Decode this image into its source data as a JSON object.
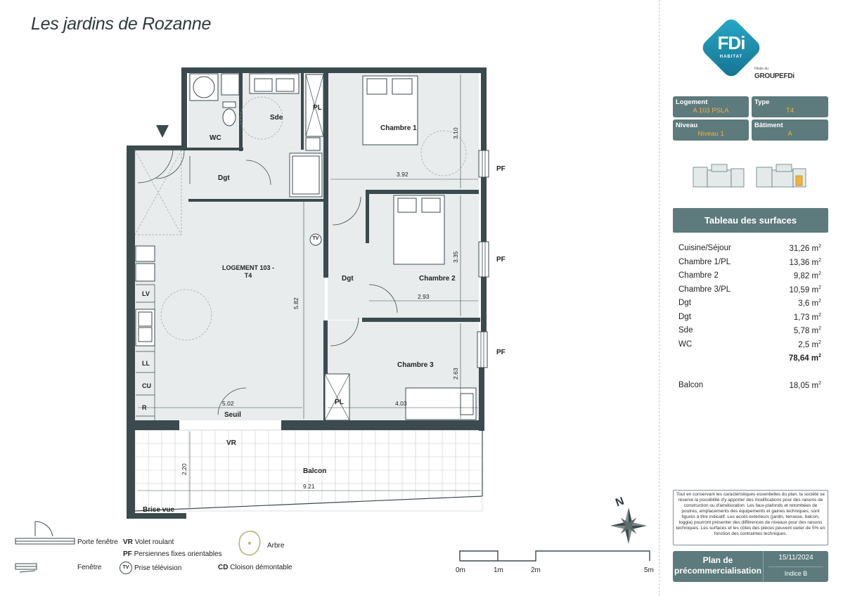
{
  "title": "Les jardins de Rozanne",
  "logo": {
    "text": "FDi",
    "sub": "HABITAT",
    "affiliation_small": "Filiale du",
    "group": "GROUPEFDi"
  },
  "info": {
    "logement_label": "Logement",
    "logement_value": "A 103 PSLA",
    "type_label": "Type",
    "type_value": "T4",
    "niveau_label": "Niveau",
    "niveau_value": "Niveau 1",
    "batiment_label": "Bâtiment",
    "batiment_value": "A"
  },
  "surfaces": {
    "heading": "Tableau des surfaces",
    "unit": "m",
    "unit_exp": "2",
    "rows": [
      {
        "name": "Cuisine/Séjour",
        "value": "31,26"
      },
      {
        "name": "Chambre 1/PL",
        "value": "13,36"
      },
      {
        "name": "Chambre 2",
        "value": "9,82"
      },
      {
        "name": "Chambre 3/PL",
        "value": "10,59"
      },
      {
        "name": "Dgt",
        "value": "3,6"
      },
      {
        "name": "Dgt",
        "value": "1,73"
      },
      {
        "name": "Sde",
        "value": "5,78"
      },
      {
        "name": "WC",
        "value": "2,5"
      }
    ],
    "total": "78,64",
    "balcon_name": "Balcon",
    "balcon_value": "18,05"
  },
  "disclaimer": "Tout en conservant les caractéristiques essentielles du plan, la société se réserve la possibilité d'y apporter des modifications pour des raisons de construction ou d'amélioration. Les faux-plafonds et retombées de poutres, emplacements des équipements et gaines techniques, sont figurés à titre indicatif. Les accès extérieurs (jardin, terrasse, balcon, loggia) pourront présenter des différences de niveaux pour des raisons techniques. Les surfaces et les côtes des pièces peuvent varier de 5% en fonction des contraintes techniques.",
  "footer": {
    "plan_label_1": "Plan de",
    "plan_label_2": "précommercialisation",
    "date": "15/11/2024",
    "indice": "Indice B"
  },
  "plan": {
    "rooms": {
      "wc": "WC",
      "sde": "Sde",
      "pl1": "PL",
      "chambre1": "Chambre 1",
      "dgt1": "Dgt",
      "dgt2": "Dgt",
      "tv": "TV",
      "logement_1": "LOGEMENT 103 -",
      "logement_2": "T4",
      "chambre2": "Chambre 2",
      "chambre3": "Chambre 3",
      "pl2": "PL",
      "seuil": "Seuil",
      "vr": "VR",
      "balcon": "Balcon",
      "brise_vue": "Brise vue",
      "lv": "LV",
      "ll": "LL",
      "cu": "CU",
      "r": "R"
    },
    "windows": [
      "PF",
      "PF",
      "PF"
    ],
    "dims": {
      "d310": "3.10",
      "d392": "3.92",
      "d335": "3.35",
      "d293": "2.93",
      "d582": "5.82",
      "d263": "2.63",
      "d403": "4.03",
      "d502": "5.02",
      "d220": "2.20",
      "d921": "9.21"
    }
  },
  "legend": {
    "porte_fenetre": "Porte fenêtre",
    "fenetre": "Fenêtre",
    "vr_key": "VR",
    "vr_text": "Volet roulant",
    "pf_key": "PF",
    "pf_text": "Persiennes fixes orientables",
    "tv_key": "TV",
    "tv_text": "Prise télévision",
    "arbre": "Arbre",
    "cd_key": "CD",
    "cd_text": "Cloison démontable"
  },
  "scale": {
    "labels": [
      "0m",
      "1m",
      "2m",
      "5m"
    ]
  },
  "compass": {
    "north": "N"
  },
  "colors": {
    "accent": "#5d7a7c",
    "value_highlight": "#f0b23c",
    "logo_blue": "#1a8fb3",
    "wall": "#3b4a4e",
    "room_fill": "#e8ecec"
  }
}
